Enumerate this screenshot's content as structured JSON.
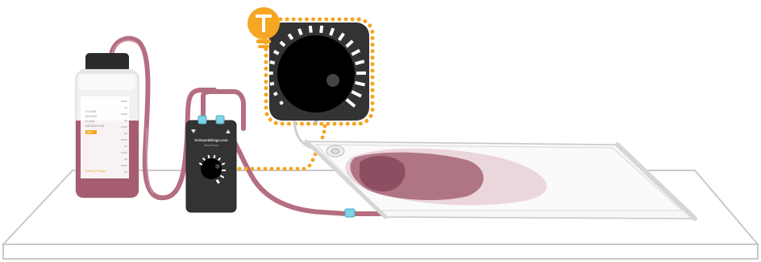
{
  "bottle": {
    "label_lines": [
      "CLEAN",
      "BLOOD",
      "FLUID",
      "RESERVOIR"
    ],
    "brand": "Simmy Things",
    "badge": "SIM"
  },
  "pump": {
    "brand": "bristsandthings.com",
    "model": "Blood Pump"
  },
  "colors": {
    "accent": "#F5A623",
    "blood": "#A65D70",
    "tube": "#B46E80",
    "device": "#333333",
    "connector": "#7FD3E6"
  },
  "icons": {
    "bulb": "lightbulb-icon",
    "arrow_left": "triangle-down-icon",
    "arrow_right": "triangle-up-icon"
  }
}
